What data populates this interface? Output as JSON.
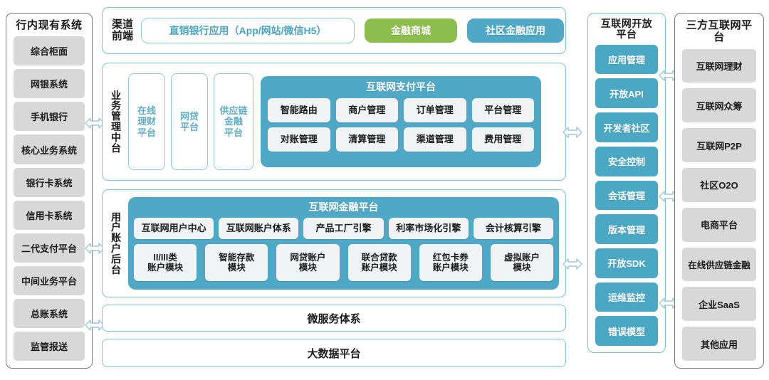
{
  "left_column": {
    "title": "行内现有系统",
    "items": [
      {
        "label": "综合柜面"
      },
      {
        "label": "网银系统"
      },
      {
        "label": "手机银行"
      },
      {
        "label": "核心业务系统"
      },
      {
        "label": "银行卡系统"
      },
      {
        "label": "信用卡系统"
      },
      {
        "label": "二代支付平台"
      },
      {
        "label": "中间业务平台"
      },
      {
        "label": "总账系统"
      },
      {
        "label": "监管报送"
      }
    ]
  },
  "channel_band": {
    "label_lines": [
      "渠道",
      "前端"
    ],
    "items": [
      {
        "label": "直销银行应用（App/网站/微信H5）",
        "style": "outline"
      },
      {
        "label": "金融商城",
        "style": "green"
      },
      {
        "label": "社区金融应用",
        "style": "teal"
      }
    ]
  },
  "business_band": {
    "label_chars": [
      "业",
      "务",
      "管",
      "理",
      "中",
      "台"
    ],
    "vertical_cards": [
      {
        "lines": [
          "在线",
          "理财",
          "平台"
        ]
      },
      {
        "lines": [
          "网贷",
          "平台"
        ]
      },
      {
        "lines": [
          "供应链",
          "金融",
          "平台"
        ]
      }
    ],
    "payment_platform": {
      "title": "互联网支付平台",
      "row1": [
        "智能路由",
        "商户管理",
        "订单管理",
        "平台管理"
      ],
      "row2": [
        "对账管理",
        "清算管理",
        "渠道管理",
        "费用管理"
      ]
    }
  },
  "account_band": {
    "label_chars": [
      "用",
      "户",
      "账",
      "户",
      "后",
      "台"
    ],
    "finance_platform": {
      "title": "互联网金融平台",
      "engines": [
        "互联网用户中心",
        "互联网账户体系",
        "产品工厂引擎",
        "利率市场化引擎",
        "会计核算引擎"
      ],
      "modules": [
        {
          "lines": [
            "II/III类",
            "账户模块"
          ]
        },
        {
          "lines": [
            "智能存款",
            "模块"
          ]
        },
        {
          "lines": [
            "网贷账户",
            "模块"
          ]
        },
        {
          "lines": [
            "联合贷款",
            "账户模块"
          ]
        },
        {
          "lines": [
            "红包卡券",
            "账户模块"
          ]
        },
        {
          "lines": [
            "虚拟账户",
            "模块"
          ]
        }
      ]
    }
  },
  "bottom_bars": [
    {
      "label": "微服务体系"
    },
    {
      "label": "大数据平台"
    }
  ],
  "open_platform": {
    "title_lines": [
      "互联网开放",
      "平台"
    ],
    "items": [
      {
        "label": "应用管理"
      },
      {
        "label": "开放API"
      },
      {
        "label": "开发者社区"
      },
      {
        "label": "安全控制"
      },
      {
        "label": "会话管理"
      },
      {
        "label": "版本管理"
      },
      {
        "label": "开放SDK"
      },
      {
        "label": "运维监控"
      },
      {
        "label": "错误模型"
      }
    ]
  },
  "third_party": {
    "title": "三方互联网平台",
    "items": [
      {
        "label": "互联网理财"
      },
      {
        "label": "互联网众筹"
      },
      {
        "label": "互联网P2P"
      },
      {
        "label": "社区O2O"
      },
      {
        "label": "电商平台"
      },
      {
        "label": "在线供应链金融"
      },
      {
        "label": "企业SaaS"
      },
      {
        "label": "其他应用"
      }
    ]
  },
  "colors": {
    "teal": "#4fa9c6",
    "teal_border": "#8ec9da",
    "green": "#8dbd4c",
    "gray_chip": "#d8d8d8",
    "outline_gray": "#7b7b7b",
    "arrow_stroke": "#9fc6d6"
  }
}
